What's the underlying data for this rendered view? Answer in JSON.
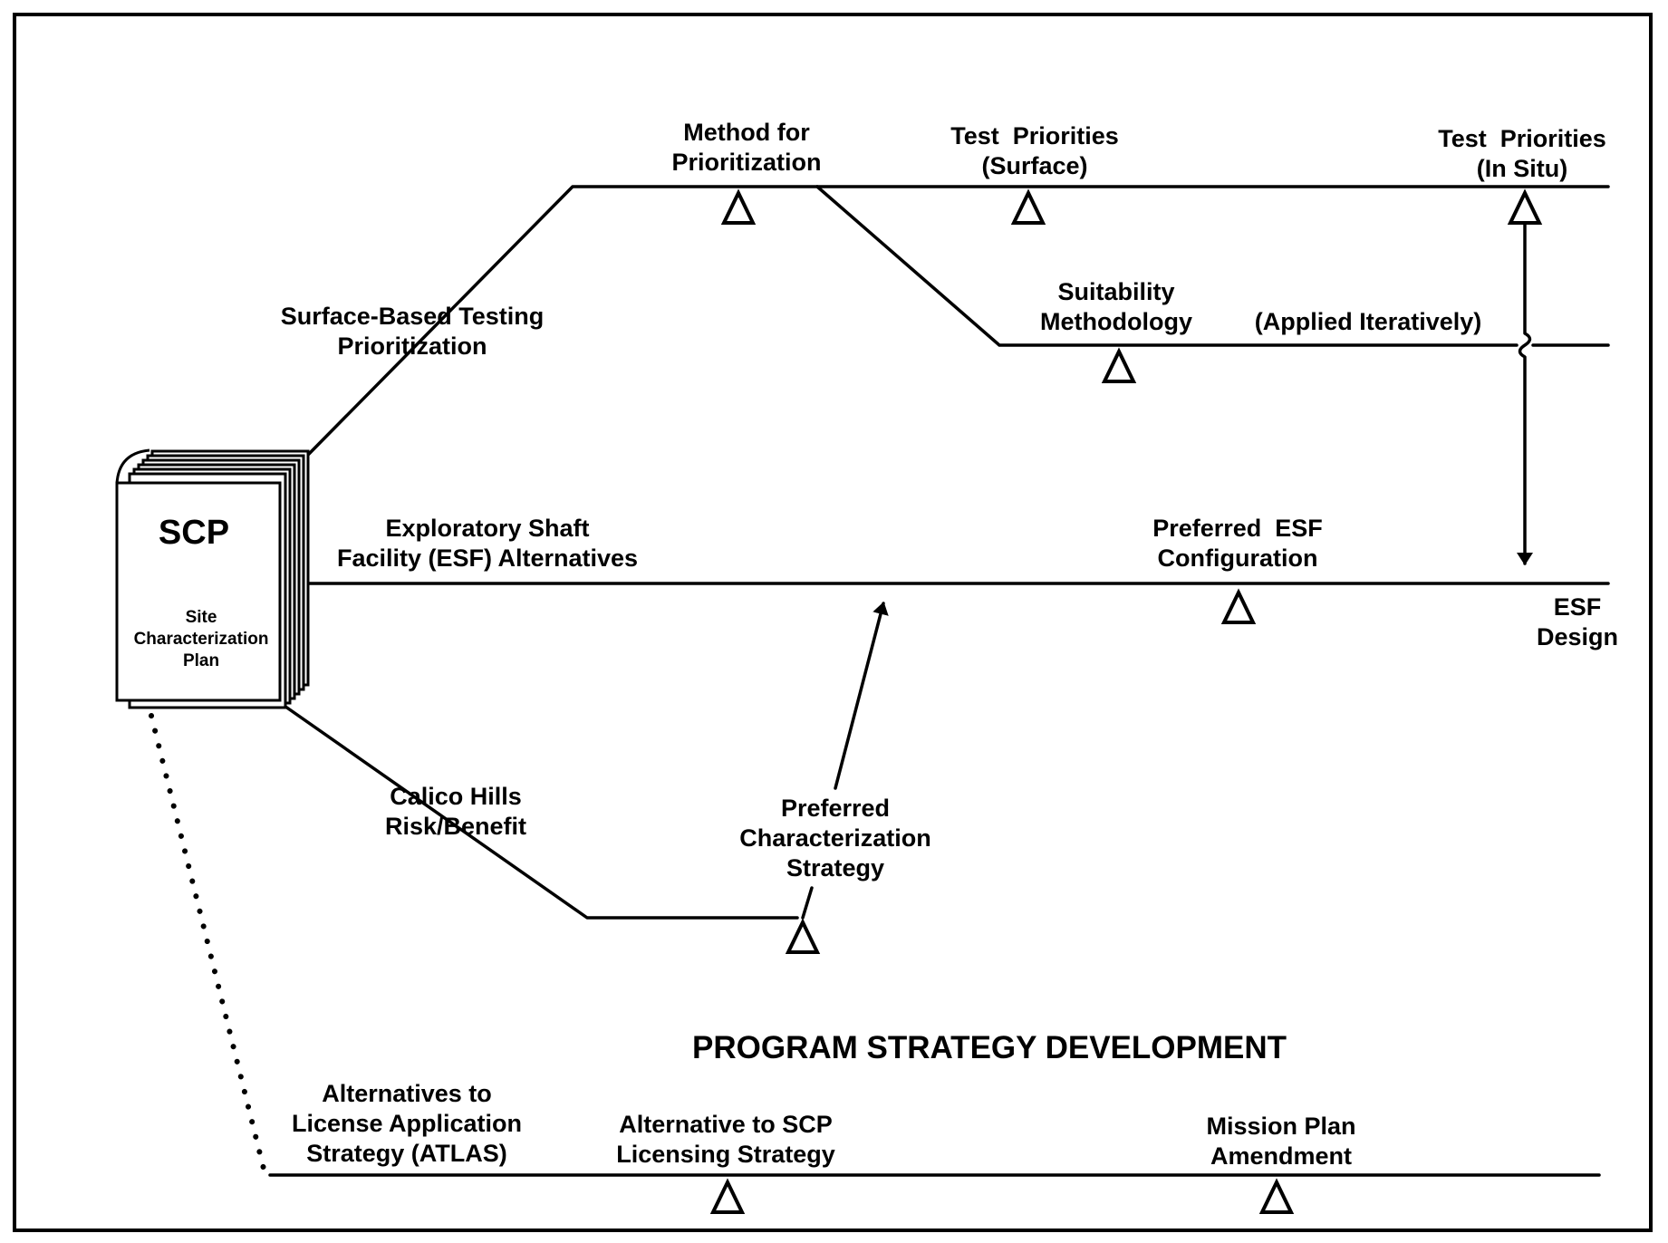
{
  "title": "PROGRAM STRATEGY DEVELOPMENT",
  "document": {
    "abbrev": "SCP",
    "name": "Site\nCharacterization\nPlan"
  },
  "labels": {
    "surface_based_testing": "Surface-Based Testing\nPrioritization",
    "method_for_prioritization": "Method for\nPrioritization",
    "test_priorities_surface": "Test  Priorities\n(Surface)",
    "test_priorities_in_situ": "Test  Priorities\n(In Situ)",
    "suitability_methodology": "Suitability\nMethodology",
    "applied_iteratively": "(Applied Iteratively)",
    "esf_alternatives": "Exploratory Shaft\nFacility (ESF) Alternatives",
    "preferred_esf_configuration": "Preferred  ESF\nConfiguration",
    "esf_design": "ESF\nDesign",
    "calico_hills": "Calico Hills\nRisk/Benefit",
    "preferred_characterization_strategy": "Preferred\nCharacterization\nStrategy",
    "atlas": "Alternatives to\nLicense Application\nStrategy (ATLAS)",
    "alternative_to_scp": "Alternative to SCP\nLicensing Strategy",
    "mission_plan_amendment": "Mission Plan\nAmendment"
  }
}
